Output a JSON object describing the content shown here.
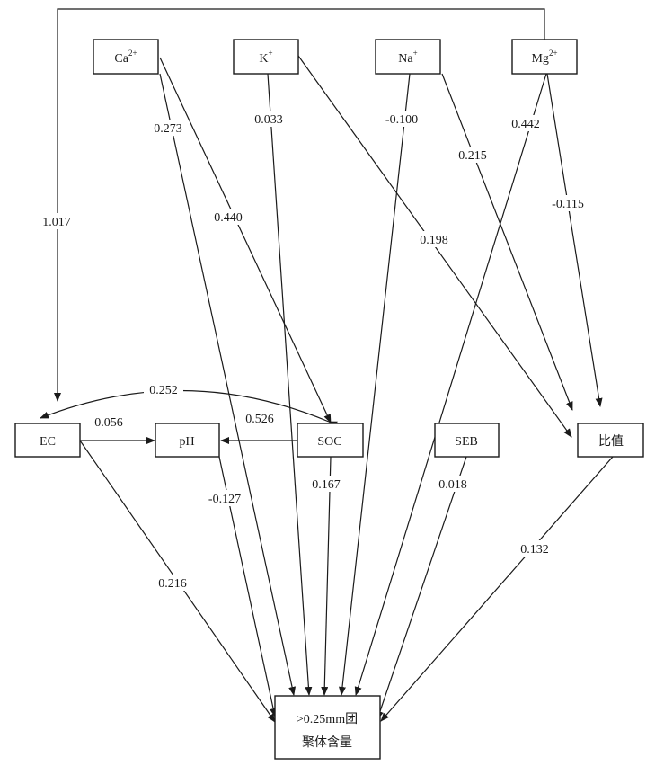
{
  "nodes": {
    "ca": {
      "label": "Ca",
      "sup": "2+"
    },
    "k": {
      "label": "K",
      "sup": "+"
    },
    "na": {
      "label": "Na",
      "sup": "+"
    },
    "mg": {
      "label": "Mg",
      "sup": "2+"
    },
    "ec": {
      "label": "EC"
    },
    "ph": {
      "label": "pH"
    },
    "soc": {
      "label": "SOC"
    },
    "seb": {
      "label": "SEB"
    },
    "ratio": {
      "label": "比值"
    },
    "target": {
      "line1": ">0.25mm团",
      "line2": "聚体含量"
    }
  },
  "edges": {
    "mg_ec": "1.017",
    "ca_target": "0.273",
    "ca_soc": "0.440",
    "k_target": "0.033",
    "k_ratio": "0.198",
    "na_target": "-0.100",
    "na_ratio": "0.215",
    "mg_target": "0.442",
    "mg_ratio": "-0.115",
    "ec_soc": "0.252",
    "ec_ph": "0.056",
    "soc_ph": "0.526",
    "ph_target": "-0.127",
    "soc_target": "0.167",
    "seb_target": "0.018",
    "ec_target": "0.216",
    "ratio_target": "0.132"
  }
}
